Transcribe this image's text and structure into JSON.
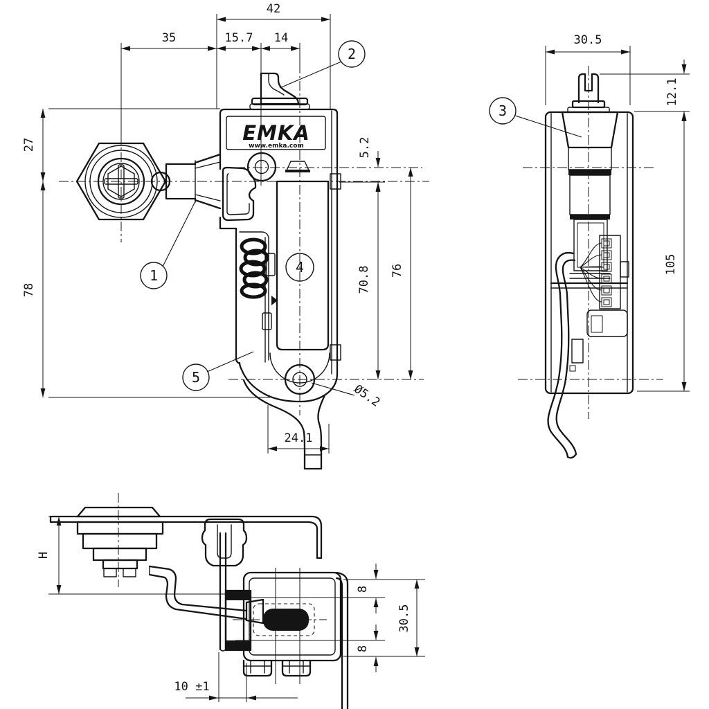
{
  "drawing": {
    "brand": {
      "logo": "EMKA",
      "website": "www.emka.com"
    },
    "callouts": {
      "c1": "1",
      "c2": "2",
      "c3": "3",
      "c4": "4",
      "c5": "5"
    },
    "front_dims": {
      "top_width": "42",
      "head_offset": "35",
      "cam_offset": "15.7",
      "cam_width": "14",
      "head_height": "27",
      "total_height": "78",
      "hole_offset": "5.2",
      "hole_pitch": "70.8",
      "hole_span": "76",
      "hook_width": "24.1",
      "hole_diameter": "Ø5.2"
    },
    "side_dims": {
      "width": "30.5",
      "pin_height": "12.1",
      "height": "105"
    },
    "bottom_dims": {
      "panel_height": "H",
      "pocket_top": "8",
      "depth": "30.5",
      "pocket_bottom": "8",
      "door_grip": "10 ±1"
    }
  }
}
